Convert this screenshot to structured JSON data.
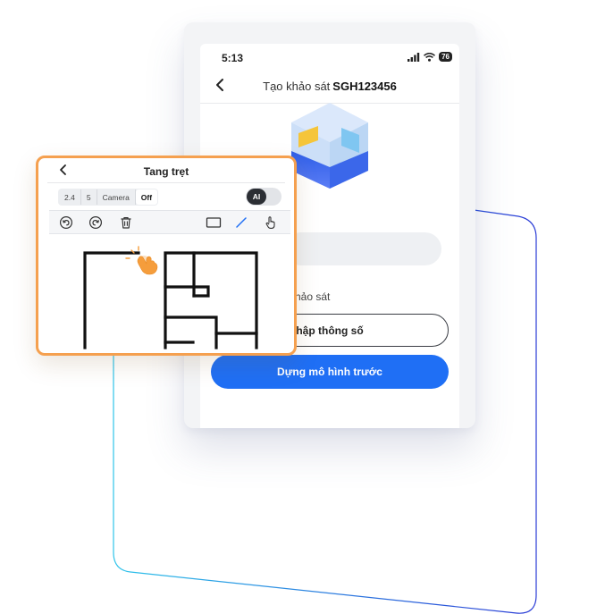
{
  "status_bar": {
    "time": "5:13",
    "battery": "76"
  },
  "header": {
    "title_prefix": "Tạo khảo sát",
    "title_code": "SGH123456"
  },
  "form": {
    "name_input_value": "",
    "survey_label": "hảo sát",
    "enter_params_button": "hập thông số",
    "build_model_button": "Dựng mô hình trước"
  },
  "editor": {
    "title": "Tang trẹt",
    "segments": [
      "2.4",
      "5",
      "Camera",
      "Off"
    ],
    "selected_segment": "Off",
    "ai_toggle_label": "AI",
    "tools": [
      "undo-icon",
      "redo-icon",
      "trash-icon",
      "rectangle-icon",
      "line-icon",
      "hand-pointer-icon"
    ]
  },
  "colors": {
    "primary": "#1f6ff5",
    "editor_border": "#f5a04f",
    "deco_line_blue": "#2a3bd6",
    "deco_line_cyan": "#2fc4ea"
  }
}
